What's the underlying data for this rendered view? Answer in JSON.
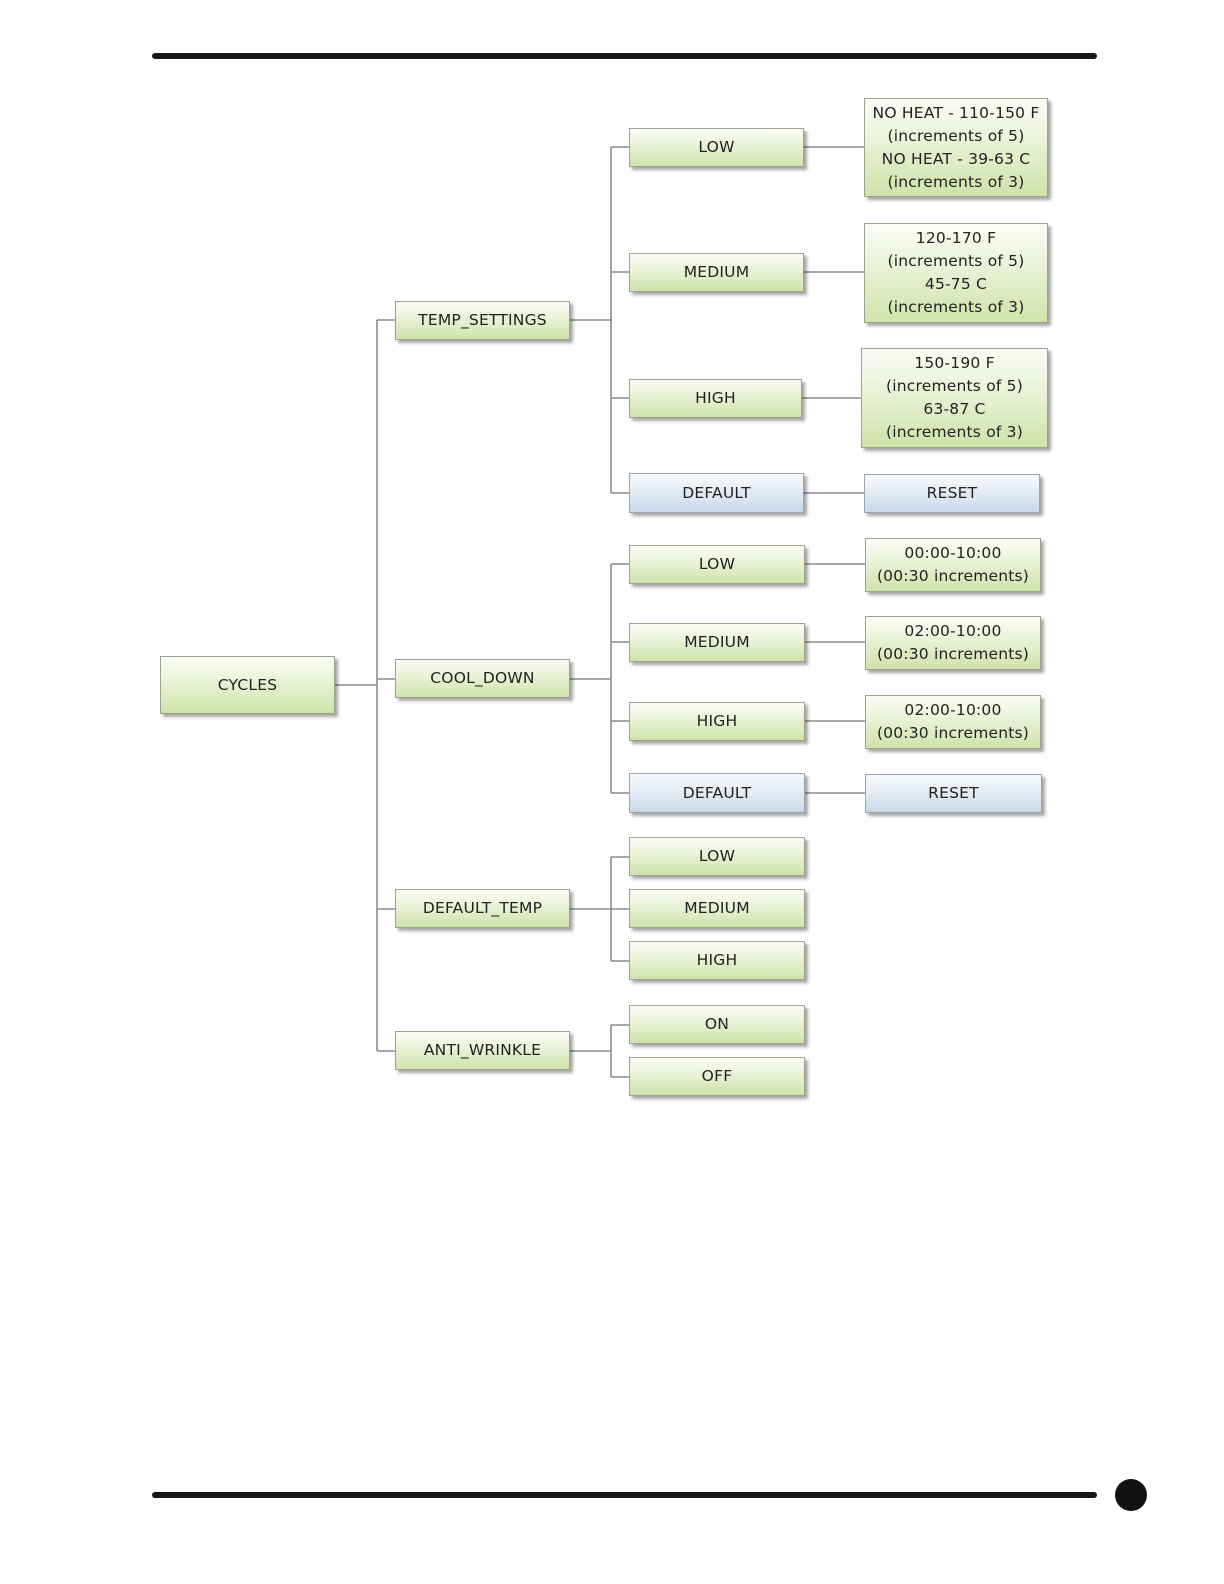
{
  "diagram": {
    "root": "CYCLES",
    "temp_settings": {
      "label": "TEMP_SETTINGS",
      "low": "LOW",
      "low_range": [
        "NO HEAT - 110-150 F",
        "(increments of 5)",
        "NO HEAT - 39-63 C",
        "(increments of 3)"
      ],
      "medium": "MEDIUM",
      "medium_range": [
        "120-170 F",
        "(increments of 5)",
        "45-75 C",
        "(increments of 3)"
      ],
      "high": "HIGH",
      "high_range": [
        "150-190 F",
        "(increments of 5)",
        "63-87 C",
        "(increments of 3)"
      ],
      "default": "DEFAULT",
      "reset": "RESET"
    },
    "cool_down": {
      "label": "COOL_DOWN",
      "low": "LOW",
      "low_range": [
        "00:00-10:00",
        "(00:30 increments)"
      ],
      "medium": "MEDIUM",
      "medium_range": [
        "02:00-10:00",
        "(00:30 increments)"
      ],
      "high": "HIGH",
      "high_range": [
        "02:00-10:00",
        "(00:30 increments)"
      ],
      "default": "DEFAULT",
      "reset": "RESET"
    },
    "default_temp": {
      "label": "DEFAULT_TEMP",
      "low": "LOW",
      "medium": "MEDIUM",
      "high": "HIGH"
    },
    "anti_wrinkle": {
      "label": "ANTI_WRINKLE",
      "on": "ON",
      "off": "OFF"
    }
  },
  "colors": {
    "node_green": "#cfe3aa",
    "node_blue": "#c9d9e8",
    "connector": "#8c8c8c",
    "rule": "#161616"
  }
}
